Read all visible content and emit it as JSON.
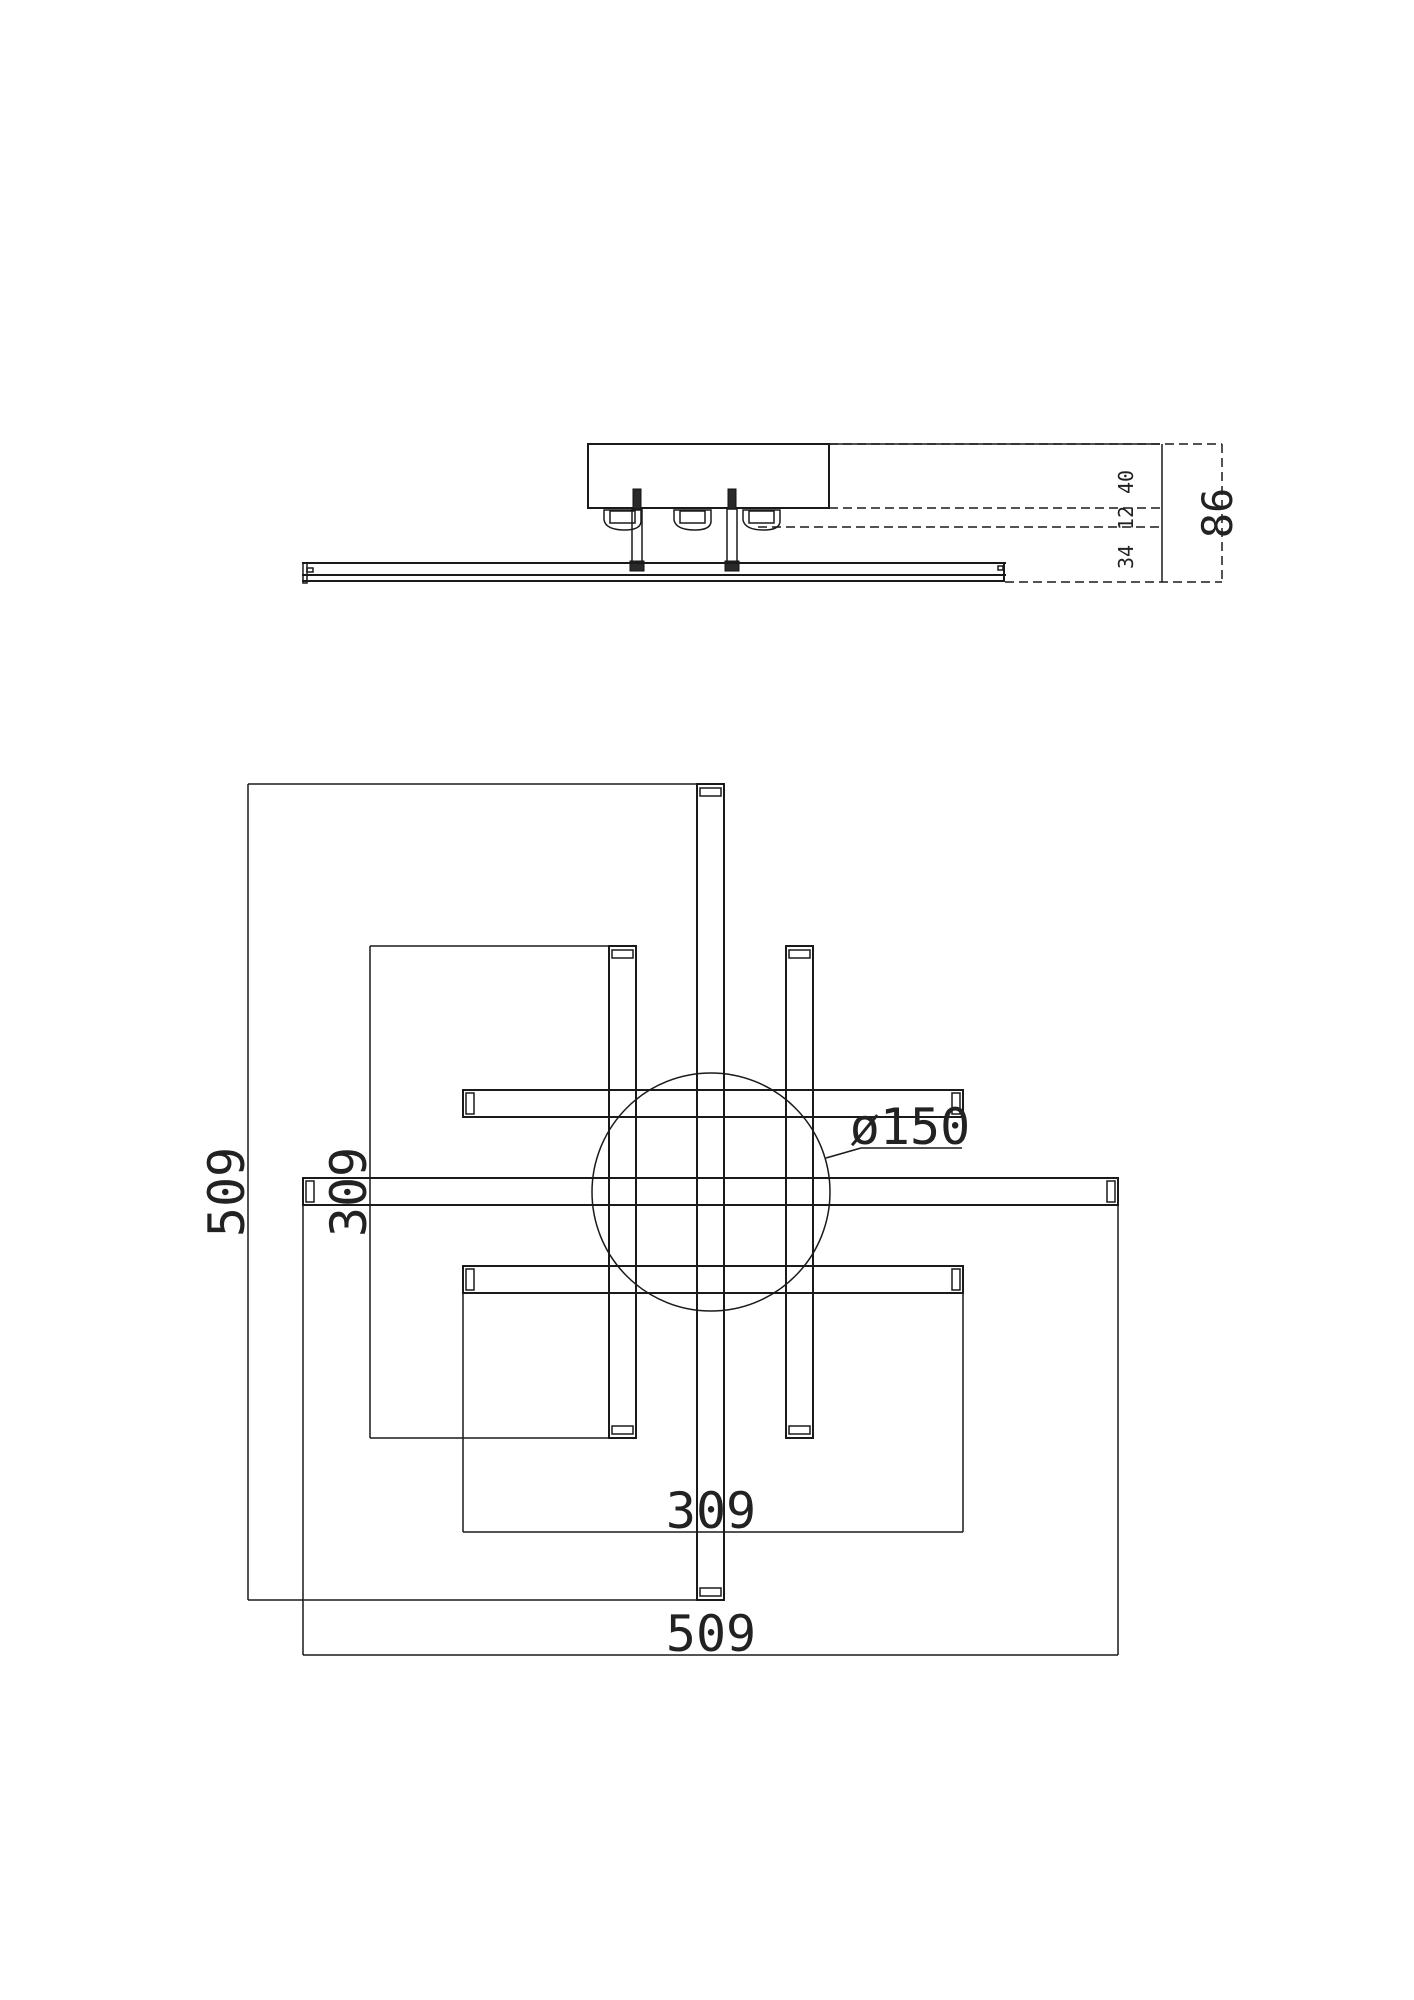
{
  "drawing": {
    "side_view": {
      "dimensions": {
        "canopy_height": "40",
        "driver_gap": "12",
        "bar_drop": "34",
        "total_height": "86"
      }
    },
    "top_view": {
      "dimensions": {
        "outer_height": "509",
        "inner_height": "309",
        "inner_width": "309",
        "outer_width": "509",
        "canopy_diameter": "ø150"
      }
    },
    "colors": {
      "line": "#1a1a1a",
      "background": "#ffffff"
    }
  }
}
